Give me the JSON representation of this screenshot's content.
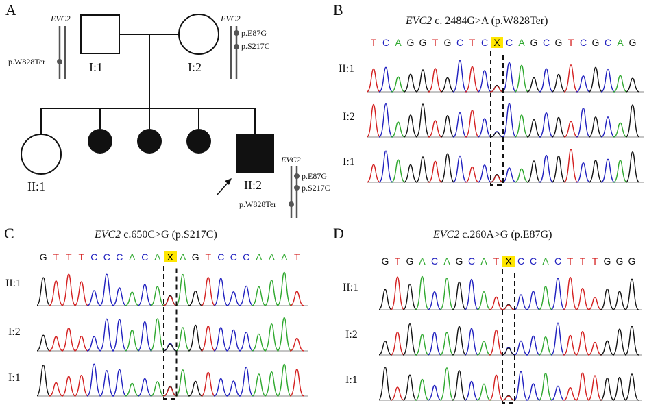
{
  "colors": {
    "A": "#2ea82e",
    "C": "#1f1fbf",
    "G": "#111111",
    "T": "#d42020",
    "X": "#000000",
    "highlight": "#ffe600"
  },
  "panelA": {
    "label": "A",
    "individuals": {
      "I1": "I:1",
      "I2": "I:2",
      "II1": "II:1",
      "II2": "II:2"
    },
    "gene": "EVC2",
    "I1_variants": [
      "p.W828Ter"
    ],
    "I2_variants": [
      "p.E87G",
      "p.S217C"
    ],
    "II2_variants_top": [
      "p.E87G",
      "p.S217C"
    ],
    "II2_variants_bottom": [
      "p.W828Ter"
    ]
  },
  "panelB": {
    "label": "B",
    "gene": "EVC2",
    "title_rest": " c. 2484G>A (p.W828Ter)",
    "sequence": "TCAGGTGCTCXCAGCGTCGCAG",
    "rows": [
      "II:1",
      "I:2",
      "I:1"
    ]
  },
  "panelC": {
    "label": "C",
    "gene": "EVC2",
    "title_rest": " c.650C>G (p.S217C)",
    "sequence": "GTTTCCCACAXAGTCCCAAAT",
    "rows": [
      "II:1",
      "I:2",
      "I:1"
    ]
  },
  "panelD": {
    "label": "D",
    "gene": "EVC2",
    "title_rest": " c.260A>G (p.E87G)",
    "sequence": "GTGACAGCATXCCACTTTGGG",
    "rows": [
      "II:1",
      "I:2",
      "I:1"
    ]
  }
}
